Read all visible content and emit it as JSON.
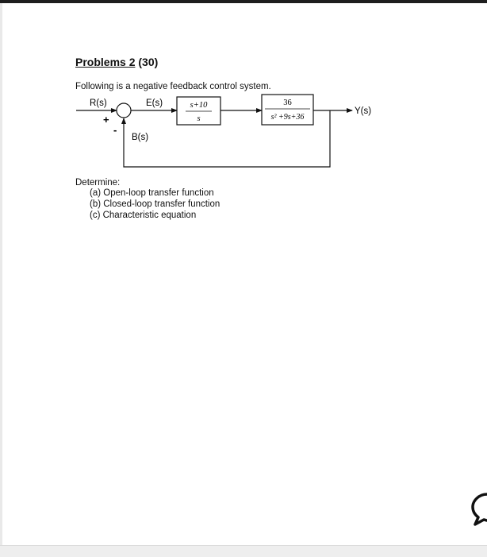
{
  "problem": {
    "title_underlined": "Problems 2",
    "title_points": "(30)",
    "intro": "Following is a negative feedback control system."
  },
  "diagram": {
    "input_label": "R(s)",
    "error_label": "E(s)",
    "plus_sign": "+",
    "minus_sign": "-",
    "feedback_label": "B(s)",
    "output_label": "Y(s)",
    "block1_num": "s+10",
    "block1_den": "s",
    "block2_num": "36",
    "block2_den": "s² +9s+36"
  },
  "questions": {
    "heading": "Determine:",
    "items": [
      "(a) Open-loop transfer function",
      "(b) Closed-loop transfer function",
      "(c) Characteristic equation"
    ]
  },
  "widgets": {
    "chat_icon": "speech-bubble-icon"
  }
}
